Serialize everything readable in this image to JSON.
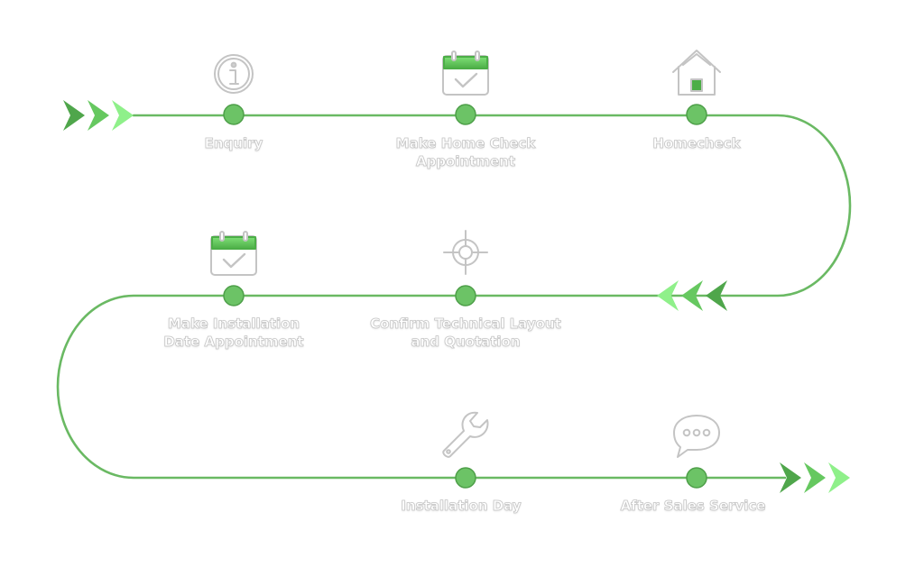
{
  "colors": {
    "path": "#6ab963",
    "node": "#6cc366",
    "node_stroke": "#4e9f49",
    "arrow_dark": "#4fa64b",
    "arrow_light": "#8ff08a",
    "icon_stroke": "#c4c4c4",
    "icon_accent": "#5bc255"
  },
  "steps": [
    {
      "lines": [
        "Enquiry"
      ],
      "icon": "info-icon"
    },
    {
      "lines": [
        "Make Home Check",
        "Appointment"
      ],
      "icon": "calendar-check-icon"
    },
    {
      "lines": [
        "Homecheck"
      ],
      "icon": "home-icon"
    },
    {
      "lines": [
        "Make Installation",
        "Date Appointment"
      ],
      "icon": "calendar-check-icon"
    },
    {
      "lines": [
        "Confirm Technical Layout",
        "and Quotation"
      ],
      "icon": "crosshair-icon"
    },
    {
      "lines": [
        "Installation Day"
      ],
      "icon": "wrench-icon"
    },
    {
      "lines": [
        "After Sales Service"
      ],
      "icon": "chat-bubble-icon"
    }
  ]
}
